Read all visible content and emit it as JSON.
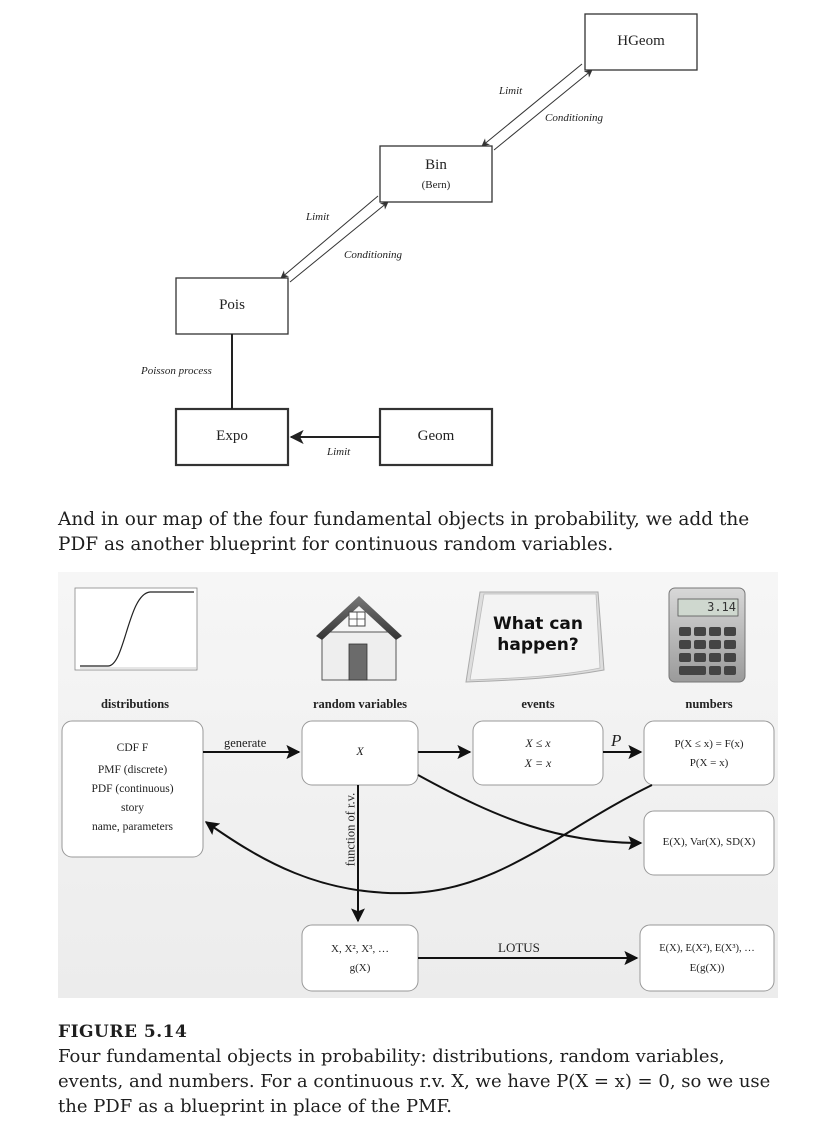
{
  "diagram_top": {
    "nodes": {
      "hgeom": "HGeom",
      "bin": "Bin",
      "bin_sub": "(Bern)",
      "pois": "Pois",
      "expo": "Expo",
      "geom": "Geom"
    },
    "edges": {
      "hgeom_bin_limit": "Limit",
      "bin_hgeom_conditioning": "Conditioning",
      "bin_pois_limit": "Limit",
      "pois_bin_conditioning": "Conditioning",
      "pois_expo": "Poisson process",
      "geom_expo_limit": "Limit"
    }
  },
  "paragraph_1": "And in our map of the four fundamental objects in probability, we add the PDF as another blueprint for continuous random variables.",
  "diagram_bottom": {
    "headers": {
      "distributions": "distributions",
      "random_variables": "random variables",
      "events": "events",
      "numbers": "numbers"
    },
    "note_text": "What can happen?",
    "calculator_display": "3.14",
    "boxes": {
      "dist_lines": [
        "CDF F",
        "PMF (discrete)",
        "PDF (continuous)",
        "story",
        "name, parameters"
      ],
      "rv": "X",
      "events_lines": [
        "X ≤ x",
        "X = x"
      ],
      "numbers_lines": [
        "P(X ≤ x) = F(x)",
        "P(X = x)"
      ],
      "moments": "E(X), Var(X), SD(X)",
      "func_lines": [
        "X, X², X³, …",
        "g(X)"
      ],
      "lotus_lines": [
        "E(X), E(X²), E(X³), …",
        "E(g(X))"
      ]
    },
    "edge_labels": {
      "generate": "generate",
      "p": "P",
      "function_of_rv": "function of r.v.",
      "lotus": "LOTUS"
    }
  },
  "figure_title": "FIGURE 5.14",
  "caption": "Four fundamental objects in probability: distributions, random variables, events, and numbers. For a continuous r.v. X, we have P(X = x) = 0, so we use the PDF as a blueprint in place of the PMF."
}
